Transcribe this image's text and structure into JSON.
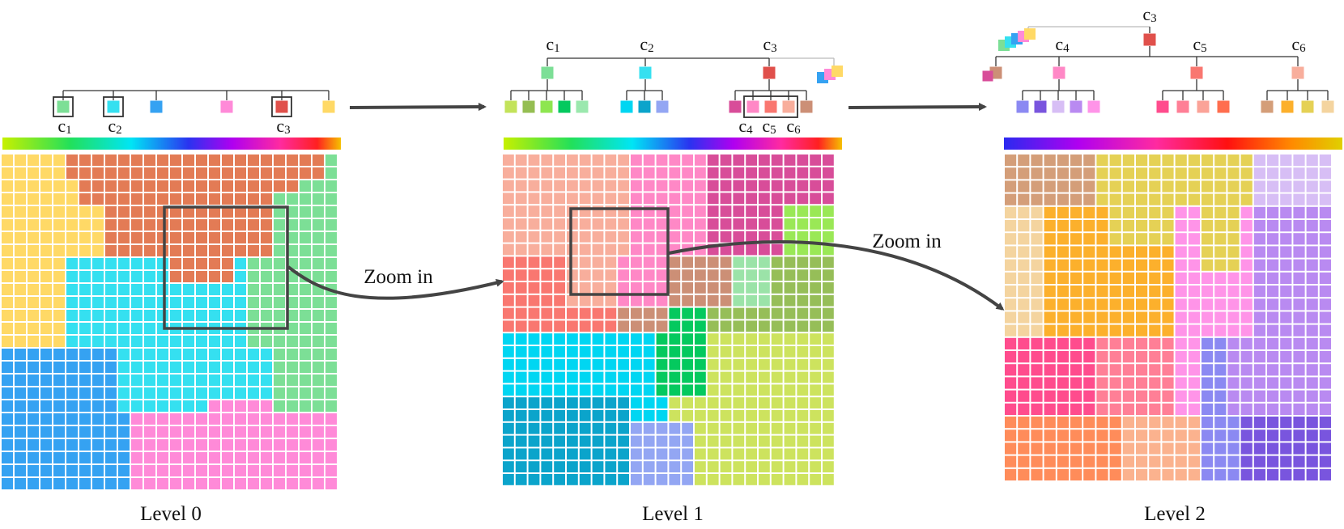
{
  "levels": [
    {
      "label": "Level 0",
      "colors": [
        "#FFD966",
        "#E37B55",
        "#7CDF96",
        "#35E0F0",
        "#35A2F2",
        "#FF8AD8"
      ]
    },
    {
      "label": "Level 1",
      "colors": [
        "#F8AE9C",
        "#FF88C6",
        "#D84D99",
        "#F97770",
        "#CC8F76",
        "#9AE856",
        "#00D6F2",
        "#9BE3A8",
        "#04C95E",
        "#96BE58",
        "#0BA4CB",
        "#CDE35E",
        "#93A6F3"
      ]
    },
    {
      "label": "Level 2",
      "colors": [
        "#D49E79",
        "#E5D155",
        "#D7BEF5",
        "#F4D49F",
        "#FCB02C",
        "#FF94E8",
        "#B98AF1",
        "#FF4C8D",
        "#FF7F96",
        "#8B89F2",
        "#FF8C5A",
        "#FBB28E",
        "#7955DE"
      ]
    }
  ],
  "tree0": {
    "labels": [
      {
        "text": "c",
        "sub": "1"
      },
      {
        "text": "c",
        "sub": "2"
      },
      {
        "text": "c",
        "sub": "3"
      }
    ],
    "leaf_colors": [
      "#7CDF96",
      "#35E0F0",
      "#35A2F2",
      "#FF8AD8",
      "#E0504B",
      "#FFD966"
    ]
  },
  "tree1": {
    "labels": [
      {
        "text": "c",
        "sub": "1"
      },
      {
        "text": "c",
        "sub": "2"
      },
      {
        "text": "c",
        "sub": "3"
      }
    ],
    "bottom_labels": [
      {
        "text": "c",
        "sub": "4"
      },
      {
        "text": "c",
        "sub": "5"
      },
      {
        "text": "c",
        "sub": "6"
      }
    ],
    "group_colors": [
      "#7CDF96",
      "#35E0F0",
      "#E0504B"
    ],
    "leaf_colors": [
      [
        "#C3E35A",
        "#95BE52",
        "#8EE650",
        "#04C95E",
        "#9BE8AE"
      ],
      [
        "#00D6F2",
        "#0BA4CB",
        "#93A6F3"
      ],
      [
        "#D84D99",
        "#FF88C6",
        "#F97770",
        "#F8AE9C",
        "#CC8F76"
      ]
    ]
  },
  "tree2": {
    "labels": [
      {
        "text": "c",
        "sub": "3"
      },
      {
        "text": "c",
        "sub": "4"
      },
      {
        "text": "c",
        "sub": "5"
      },
      {
        "text": "c",
        "sub": "6"
      }
    ],
    "root_color": "#E0504B",
    "group_colors": [
      "#CC8F76",
      "#FF88C6",
      "#F97770",
      "#F8AE9C"
    ],
    "leaf_colors": [
      [
        "#8B89F2",
        "#7955DE",
        "#D7BEF5",
        "#B98AF1",
        "#FF94E8"
      ],
      [
        "#FF4C8D",
        "#FF7F96",
        "#FBA398",
        "#FF6E4E"
      ],
      [
        "#D49E79",
        "#FCB02C",
        "#E5D155",
        "#F4D49F"
      ]
    ]
  },
  "zoom_label": "Zoom in"
}
